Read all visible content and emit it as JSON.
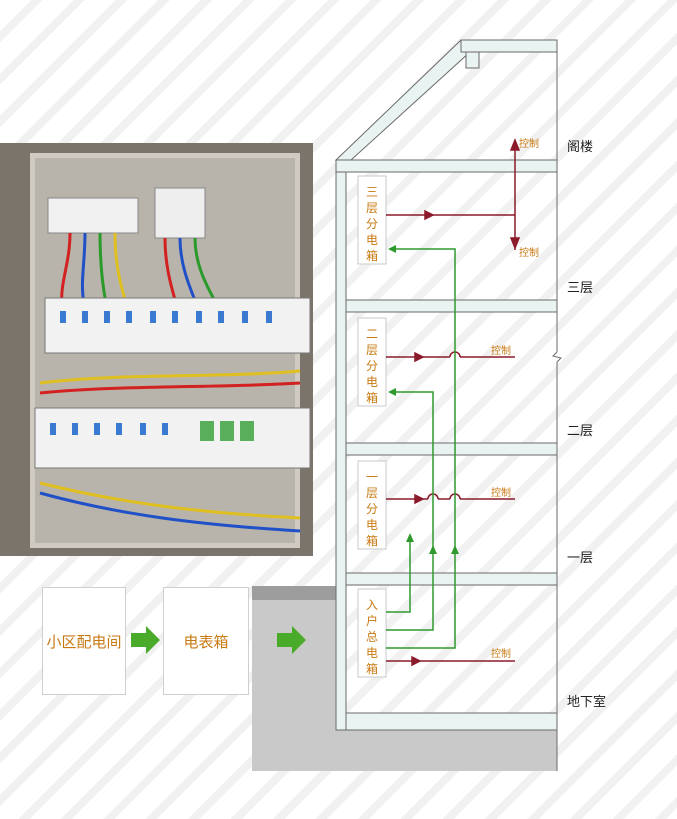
{
  "flow": {
    "step1": "小区配电间",
    "step2": "电表箱"
  },
  "floors": {
    "attic": "阁楼",
    "third": "三层",
    "second": "二层",
    "first": "一层",
    "basement": "地下室"
  },
  "panels": {
    "third": [
      "三",
      "层",
      "分",
      "电",
      "箱"
    ],
    "second": [
      "二",
      "层",
      "分",
      "电",
      "箱"
    ],
    "first": [
      "一",
      "层",
      "分",
      "电",
      "箱"
    ],
    "main": [
      "入",
      "户",
      "总",
      "电",
      "箱"
    ]
  },
  "control_labels": {
    "attic_up": "控制",
    "third_down": "控制",
    "second": "控制",
    "first": "控制",
    "basement": "控制"
  },
  "colors": {
    "orange_text": "#c87a12",
    "red_line": "#8b1a2a",
    "green_line": "#2e9a2e",
    "wall_fill": "#e9f3f1",
    "wall_stroke": "#6a6a6a",
    "ground_gray": "#c8c8c8",
    "arrow_green": "#4aaa2a"
  },
  "photo": {
    "subject": "photo-electrical-panel"
  }
}
